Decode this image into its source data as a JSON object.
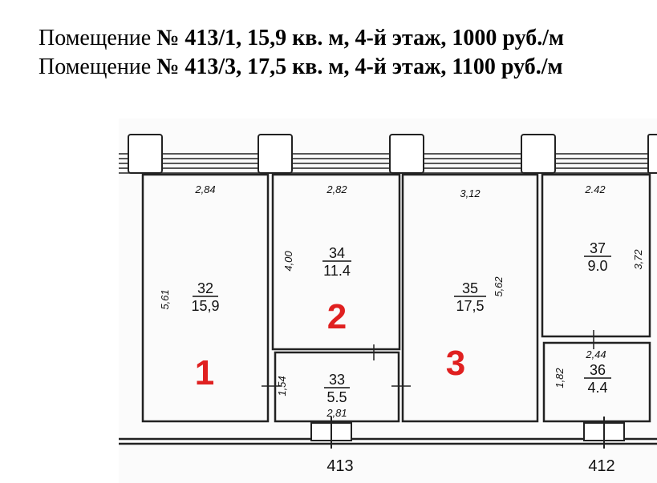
{
  "header": {
    "lines": [
      {
        "prefix": "Помещение ",
        "bold": "№ 413/1, 15,9 кв. м, 4-й этаж, 1000 руб./м"
      },
      {
        "prefix": "Помещение ",
        "bold": "№ 413/3, 17,5 кв. м, 4-й этаж, 1100 руб./м"
      }
    ]
  },
  "plan": {
    "rooms": [
      {
        "number": "32",
        "area": "15,9"
      },
      {
        "number": "34",
        "area": "11.4"
      },
      {
        "number": "33",
        "area": "5.5"
      },
      {
        "number": "35",
        "area": "17,5"
      },
      {
        "number": "37",
        "area": "9.0"
      },
      {
        "number": "36",
        "area": "4.4"
      }
    ],
    "width_dims": [
      "2,84",
      "2,82",
      "3,12",
      "2.42",
      "2,44",
      "2,81"
    ],
    "height_dims": [
      "5,61",
      "4,00",
      "5,62",
      "3,72",
      "1,82",
      "1,54"
    ],
    "markers": [
      "1",
      "2",
      "3"
    ],
    "door_labels": [
      "413",
      "412"
    ],
    "marker_color": "#e02020"
  }
}
